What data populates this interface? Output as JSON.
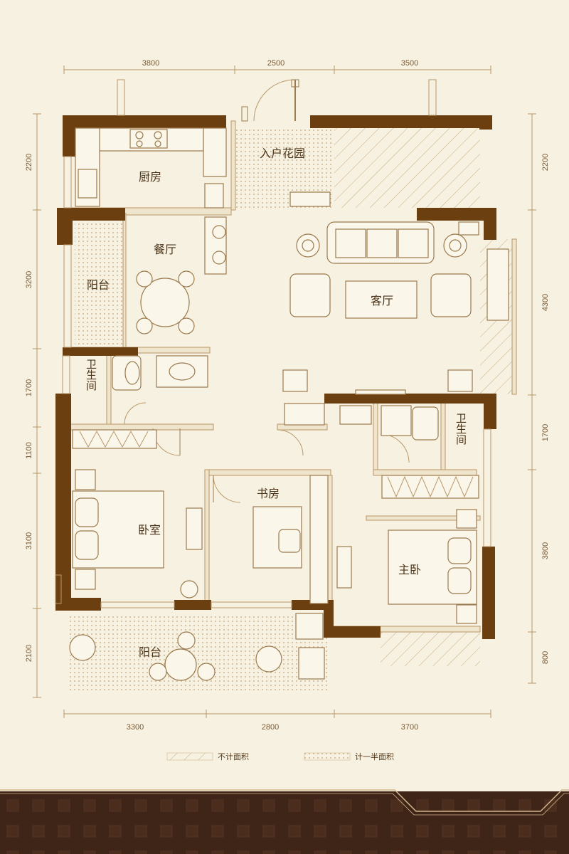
{
  "floor_plan": {
    "rooms": {
      "kitchen": "厨房",
      "entry_garden": "入户花园",
      "dining": "餐厅",
      "living": "客厅",
      "balcony_left": "阳台",
      "bathroom_left": "卫生间",
      "bathroom_right": "卫生间",
      "bedroom": "卧室",
      "study": "书房",
      "master_bedroom": "主卧",
      "balcony_bottom": "阳台"
    },
    "dimensions": {
      "top": [
        "3800",
        "2500",
        "3500"
      ],
      "bottom": [
        "3300",
        "2800",
        "3700"
      ],
      "left": [
        "2200",
        "3200",
        "1700",
        "1100",
        "3100",
        "2100"
      ],
      "right": [
        "2200",
        "4300",
        "1700",
        "3800",
        "800"
      ]
    },
    "legend": {
      "not_counted": "不计面积",
      "half_counted": "计一半面积"
    },
    "colors": {
      "background": "#f7f1e1",
      "wall": "#6b3f10",
      "line": "#b99868",
      "footer_band": "#3e2518"
    }
  }
}
